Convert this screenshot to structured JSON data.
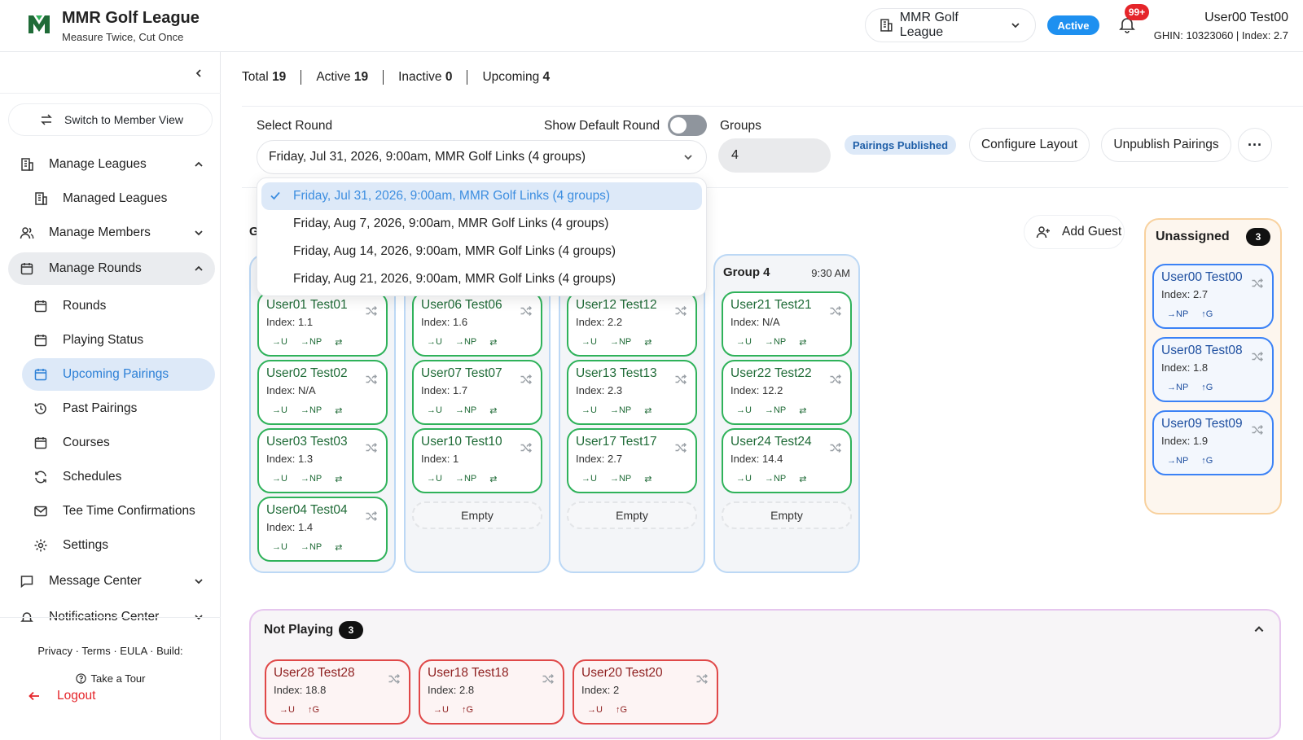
{
  "header": {
    "brand_title": "MMR Golf League",
    "brand_subtitle": "Measure Twice, Cut Once",
    "league_select": "MMR Golf League",
    "status": "Active",
    "notifications": "99+",
    "user_name": "User00 Test00",
    "user_ghin": "GHIN: 10323060 | Index: 2.7"
  },
  "sidebar": {
    "switch_view": "Switch to Member View",
    "items": [
      {
        "label": "Manage Leagues"
      },
      {
        "label": "Managed Leagues"
      },
      {
        "label": "Manage Members"
      },
      {
        "label": "Manage Rounds"
      },
      {
        "label": "Rounds"
      },
      {
        "label": "Playing Status"
      },
      {
        "label": "Upcoming Pairings"
      },
      {
        "label": "Past Pairings"
      },
      {
        "label": "Courses"
      },
      {
        "label": "Schedules"
      },
      {
        "label": "Tee Time Confirmations"
      },
      {
        "label": "Settings"
      },
      {
        "label": "Message Center"
      },
      {
        "label": "Notifications Center"
      }
    ],
    "footer": {
      "privacy": "Privacy",
      "terms": "Terms",
      "eula": "EULA",
      "build": "Build:",
      "separator": "·",
      "tour": "Take a Tour",
      "logout": "Logout"
    }
  },
  "stats": {
    "total_label": "Total",
    "total_value": "19",
    "active_label": "Active",
    "active_value": "19",
    "inactive_label": "Inactive",
    "inactive_value": "0",
    "upcoming_label": "Upcoming",
    "upcoming_value": "4"
  },
  "controls": {
    "select_round_label": "Select Round",
    "selected_round": "Friday, Jul 31, 2026, 9:00am, MMR Golf Links (4 groups)",
    "show_default_label": "Show Default Round",
    "groups_label": "Groups",
    "groups_value": "4",
    "published_badge": "Pairings Published",
    "configure_layout": "Configure Layout",
    "unpublish": "Unpublish Pairings",
    "more": "···"
  },
  "dropdown": {
    "options": [
      "Friday, Jul 31, 2026, 9:00am, MMR Golf Links (4 groups)",
      "Friday, Aug 7, 2026, 9:00am, MMR Golf Links (4 groups)",
      "Friday, Aug 14, 2026, 9:00am, MMR Golf Links (4 groups)",
      "Friday, Aug 21, 2026, 9:00am, MMR Golf Links (4 groups)"
    ]
  },
  "groups_area": {
    "partial_heading": "G",
    "add_guest": "Add Guest",
    "group4_label": "Group 4",
    "group4_time": "9:30 AM",
    "empty_label": "Empty",
    "actions": {
      "u": "→U",
      "np": "→NP",
      "swap": "⇄",
      "g": "↑G"
    },
    "groups": [
      {
        "players": [
          {
            "name": "User01 Test01",
            "index": "Index: 1.1"
          },
          {
            "name": "User02 Test02",
            "index": "Index: N/A"
          },
          {
            "name": "User03 Test03",
            "index": "Index: 1.3"
          },
          {
            "name": "User04 Test04",
            "index": "Index: 1.4"
          }
        ]
      },
      {
        "players": [
          {
            "name": "User06 Test06",
            "index": "Index: 1.6"
          },
          {
            "name": "User07 Test07",
            "index": "Index: 1.7"
          },
          {
            "name": "User10 Test10",
            "index": "Index: 1"
          }
        ]
      },
      {
        "players": [
          {
            "name": "User12 Test12",
            "index": "Index: 2.2"
          },
          {
            "name": "User13 Test13",
            "index": "Index: 2.3"
          },
          {
            "name": "User17 Test17",
            "index": "Index: 2.7"
          }
        ]
      },
      {
        "players": [
          {
            "name": "User21 Test21",
            "index": "Index: N/A"
          },
          {
            "name": "User22 Test22",
            "index": "Index: 12.2"
          },
          {
            "name": "User24 Test24",
            "index": "Index: 14.4"
          }
        ]
      }
    ]
  },
  "unassigned": {
    "title": "Unassigned",
    "count": "3",
    "players": [
      {
        "name": "User00 Test00",
        "index": "Index: 2.7"
      },
      {
        "name": "User08 Test08",
        "index": "Index: 1.8"
      },
      {
        "name": "User09 Test09",
        "index": "Index: 1.9"
      }
    ]
  },
  "not_playing": {
    "title": "Not Playing",
    "count": "3",
    "players": [
      {
        "name": "User28 Test28",
        "index": "Index: 18.8"
      },
      {
        "name": "User18 Test18",
        "index": "Index: 2.8"
      },
      {
        "name": "User20 Test20",
        "index": "Index: 2"
      }
    ]
  }
}
